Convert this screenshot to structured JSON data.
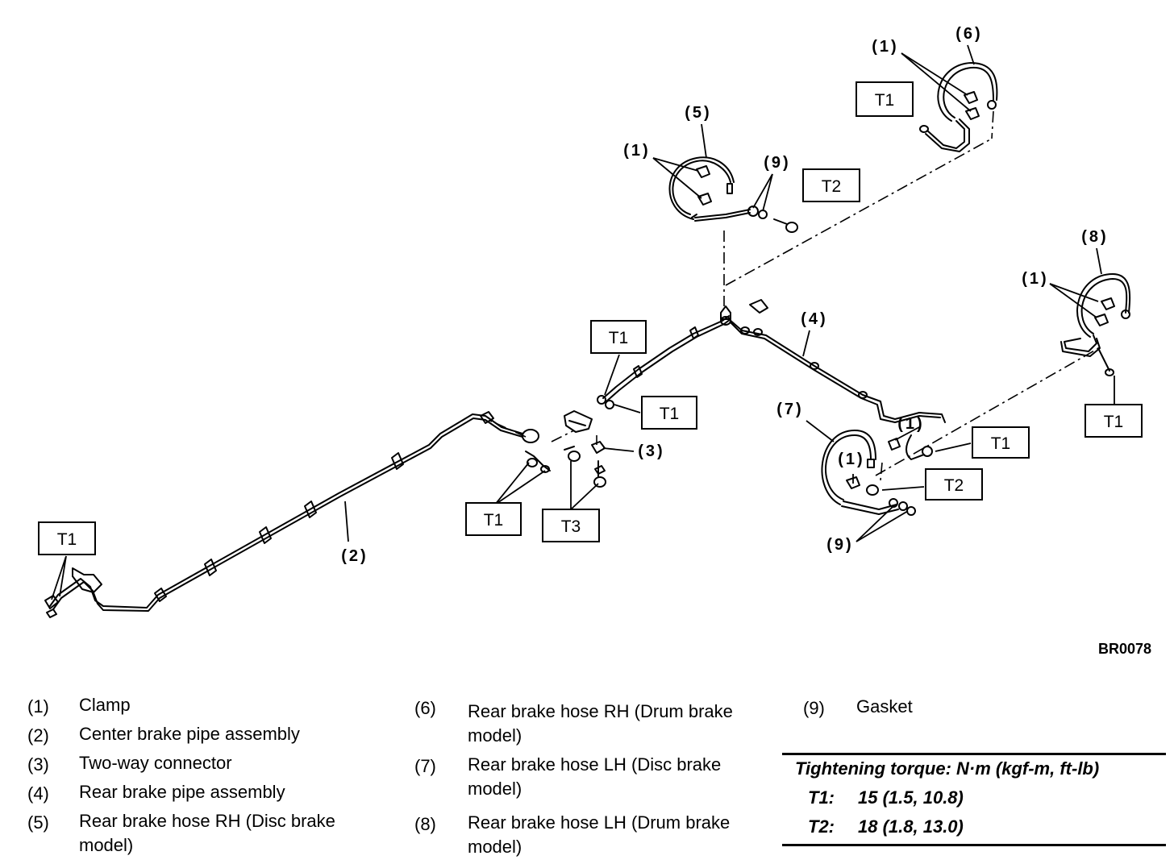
{
  "figure_id": "BR0078",
  "callouts": {
    "c1": "(1)",
    "c2": "(2)",
    "c3": "(3)",
    "c4": "(4)",
    "c5": "(5)",
    "c6": "(6)",
    "c7": "(7)",
    "c8": "(8)",
    "c9": "(9)"
  },
  "torque_labels": {
    "t1": "T1",
    "t2": "T2",
    "t3": "T3"
  },
  "legend": [
    {
      "num": "(1)",
      "desc": "Clamp"
    },
    {
      "num": "(2)",
      "desc": "Center brake pipe assembly"
    },
    {
      "num": "(3)",
      "desc": "Two-way connector"
    },
    {
      "num": "(4)",
      "desc": "Rear brake pipe assembly"
    },
    {
      "num": "(5)",
      "desc": "Rear brake hose RH (Disc brake model)"
    },
    {
      "num": "(6)",
      "desc": "Rear brake hose RH (Drum brake model)"
    },
    {
      "num": "(7)",
      "desc": "Rear brake hose LH (Disc brake model)"
    },
    {
      "num": "(8)",
      "desc": "Rear brake hose LH (Drum brake model)"
    },
    {
      "num": "(9)",
      "desc": "Gasket"
    }
  ],
  "torque": {
    "title": "Tightening torque: N·m (kgf-m, ft-lb)",
    "rows": [
      {
        "key": "T1:",
        "value": "15 (1.5, 10.8)"
      },
      {
        "key": "T2:",
        "value": "18 (1.8, 13.0)"
      }
    ]
  }
}
